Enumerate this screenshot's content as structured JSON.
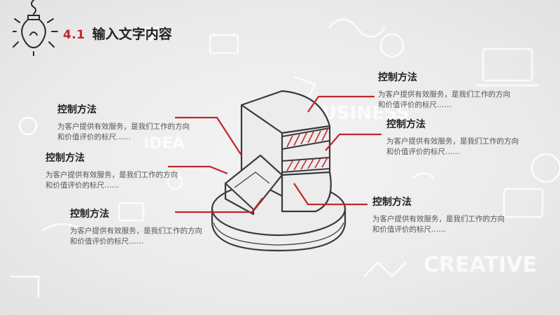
{
  "slide": {
    "section_number": "4.1",
    "title": "输入文字内容",
    "background_words": [
      "BUSINESS",
      "IDEA",
      "CREATIVE"
    ]
  },
  "labels": [
    {
      "title": "控制方法",
      "desc": "为客户提供有效服务，是我们工作的方向和价值评价的标尺……"
    },
    {
      "title": "控制方法",
      "desc": "为客户提供有效服务，是我们工作的方向和价值评价的标尺……"
    },
    {
      "title": "控制方法",
      "desc": "为客户提供有效服务，是我们工作的方向和价值评价的标尺……"
    },
    {
      "title": "控制方法",
      "desc": "为客户提供有效服务，是我们工作的方向和价值评价的标尺……"
    },
    {
      "title": "控制方法",
      "desc": "为客户提供有效服务，是我们工作的方向和价值评价的标尺……"
    },
    {
      "title": "控制方法",
      "desc": "为客户提供有效服务，是我们工作的方向和价值评价的标尺……"
    }
  ],
  "colors": {
    "accent": "#c0282d",
    "ink": "#333333",
    "background": "#ececec"
  }
}
